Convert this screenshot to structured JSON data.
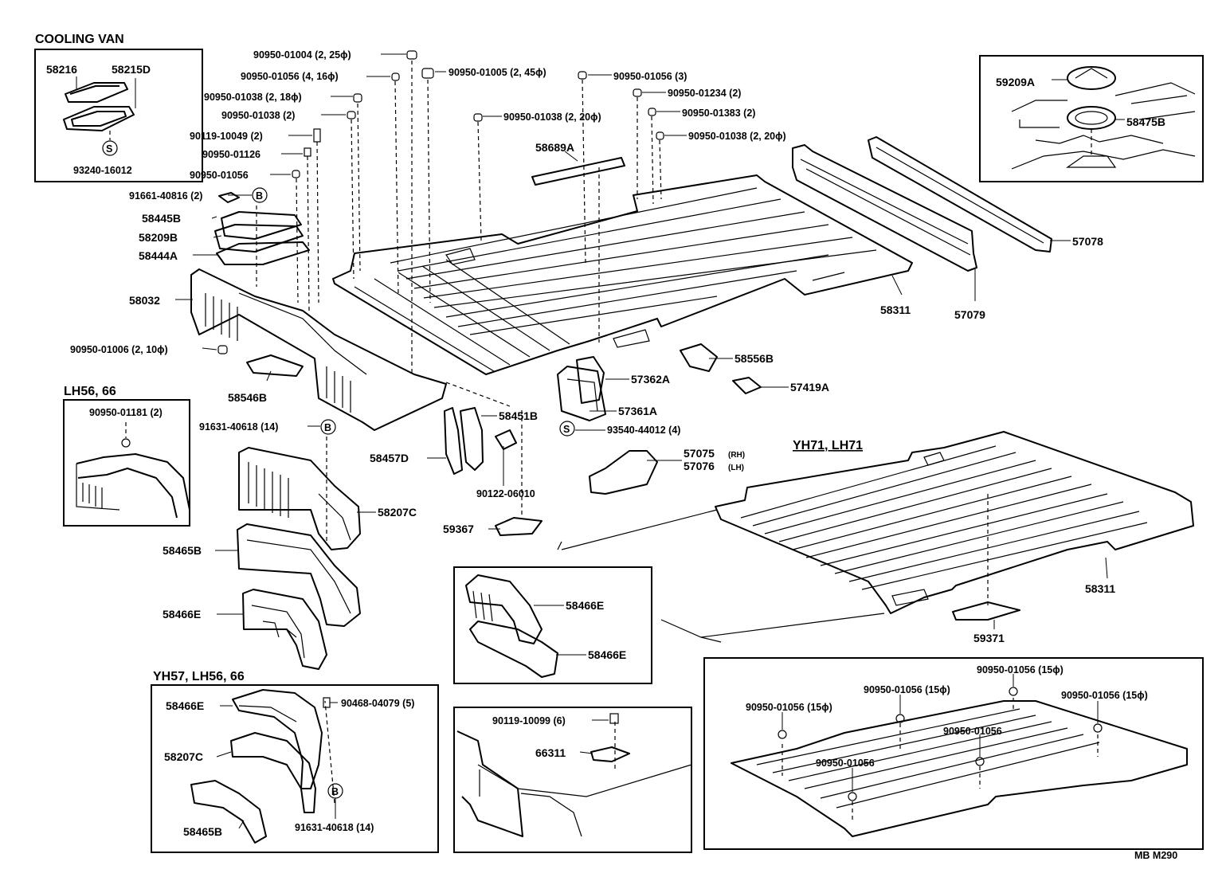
{
  "insets": {
    "cooling_van": {
      "title": "COOLING  VAN",
      "parts": [
        "58216",
        "58215D",
        "93240-16012"
      ]
    },
    "lh56_66": {
      "title": "LH56, 66",
      "parts": [
        "90950-01181 (2)"
      ]
    },
    "yh71_lh71": {
      "title": "YH71, LH71"
    },
    "yh57_lh56_66": {
      "title": "YH57, LH56, 66"
    }
  },
  "symbols": {
    "b": "B",
    "s": "S"
  },
  "parts": {
    "p90950_01004": "90950-01004 (2, 25ϕ)",
    "p90950_01056_a": "90950-01056 (4, 16ϕ)",
    "p90950_01005": "90950-01005 (2, 45ϕ)",
    "p90950_01056_b": "90950-01056 (3)",
    "p90950_01038_a": "90950-01038 (2, 18ϕ)",
    "p90950_01234": "90950-01234 (2)",
    "p90950_01038_b": "90950-01038 (2)",
    "p90950_01383": "90950-01383 (2)",
    "p90950_01038_c": "90950-01038 (2, 20ϕ)",
    "p90119_10049": "90119-10049 (2)",
    "p90950_01038_d": "90950-01038 (2, 20ϕ)",
    "p90950_01126": "90950-01126",
    "p90950_01056_c": "90950-01056",
    "p58689A": "58689A",
    "p91661_40816": "91661-40816 (2)",
    "p58445B": "58445B",
    "p58209B": "58209B",
    "p58444A": "58444A",
    "p58032": "58032",
    "p90950_01006": "90950-01006 (2, 10ϕ)",
    "p58546B": "58546B",
    "p58311_a": "58311",
    "p57079": "57079",
    "p57078": "57078",
    "p59209A": "59209A",
    "p58475B": "58475B",
    "p58556B": "58556B",
    "p57362A": "57362A",
    "p57419A": "57419A",
    "p57361A": "57361A",
    "p93540_44012": "93540-44012 (4)",
    "p58451B": "58451B",
    "p58457D": "58457D",
    "p90122_06010": "90122-06010",
    "p57075": "57075",
    "p57075_rh": "(RH)",
    "p57076": "57076",
    "p57076_lh": "(LH)",
    "p91631_40618_a": "91631-40618 (14)",
    "p58207C_a": "58207C",
    "p59367": "59367",
    "p58465B_a": "58465B",
    "p58466E_a": "58466E",
    "p58466E_b": "58466E",
    "p58466E_c": "58466E",
    "p58311_b": "58311",
    "p59371": "59371",
    "p58466E_d": "58466E",
    "p90468_04079": "90468-04079 (5)",
    "p58207C_b": "58207C",
    "p58465B_b": "58465B",
    "p91631_40618_b": "91631-40618 (14)",
    "p90119_10099": "90119-10099 (6)",
    "p66311": "66311",
    "r90950_01056_1": "90950-01056 (15ϕ)",
    "r90950_01056_2": "90950-01056 (15ϕ)",
    "r90950_01056_3": "90950-01056 (15ϕ)",
    "r90950_01056_4": "90950-01056 (15ϕ)",
    "r90950_01056_5": "90950-01056",
    "r90950_01056_6": "90950-01056"
  },
  "footer": {
    "code": "MB  M290"
  }
}
